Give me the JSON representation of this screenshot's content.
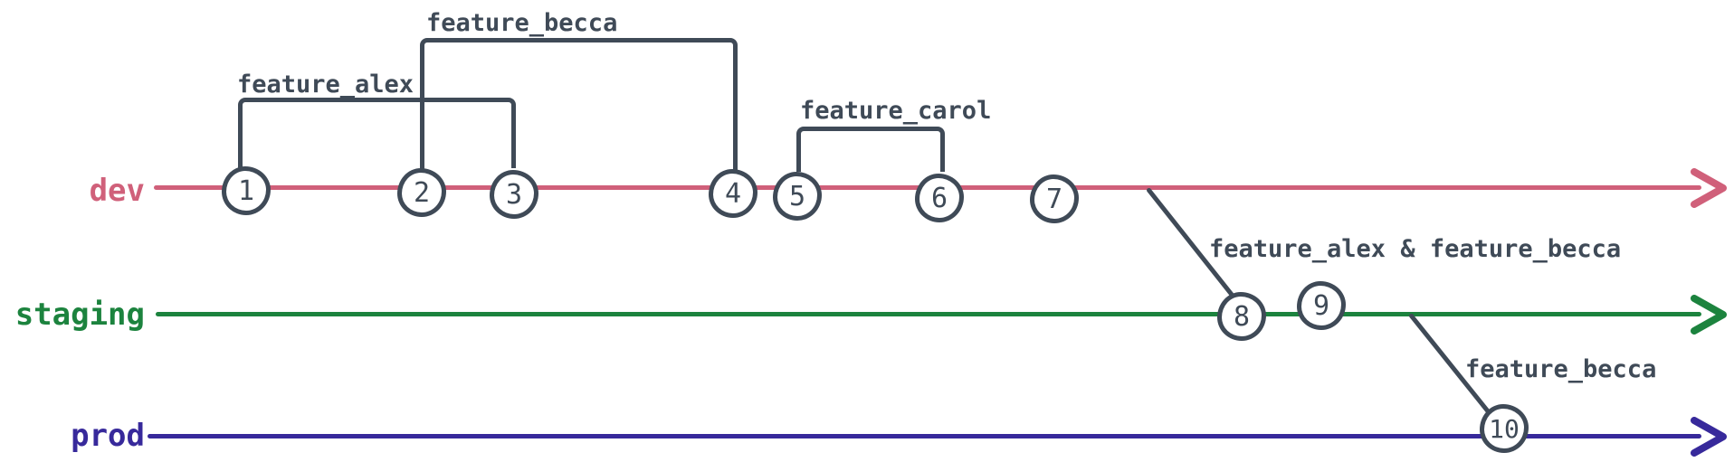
{
  "colors": {
    "dev_branch": "#d0607a",
    "staging_branch": "#1c833e",
    "prod_branch": "#37299b",
    "ink": "#3f4a57",
    "background": "#ffffff"
  },
  "branches": [
    {
      "name": "dev"
    },
    {
      "name": "staging"
    },
    {
      "name": "prod"
    }
  ],
  "feature_labels": {
    "alex": "feature_alex",
    "becca": "feature_becca",
    "carol": "feature_carol",
    "staging_merge": "feature_alex & feature_becca",
    "prod_merge": "feature_becca"
  },
  "commits": [
    {
      "num": "1"
    },
    {
      "num": "2"
    },
    {
      "num": "3"
    },
    {
      "num": "4"
    },
    {
      "num": "5"
    },
    {
      "num": "6"
    },
    {
      "num": "7"
    },
    {
      "num": "8"
    },
    {
      "num": "9"
    },
    {
      "num": "10"
    }
  ]
}
